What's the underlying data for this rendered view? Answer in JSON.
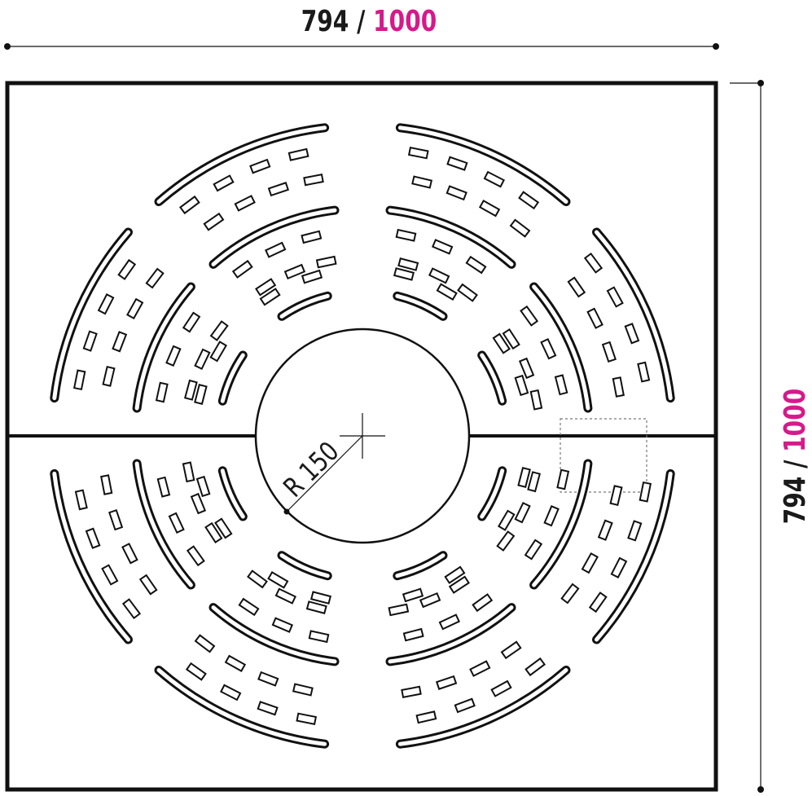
{
  "drawing": {
    "width_dimension": {
      "main": "794",
      "separator": " / ",
      "alt": "1000"
    },
    "height_dimension": {
      "main": "794",
      "separator": " / ",
      "alt": "1000"
    },
    "radius_label": "R 150"
  },
  "colors": {
    "line": "#111111",
    "accent": "#d6198b",
    "background": "#ffffff"
  }
}
